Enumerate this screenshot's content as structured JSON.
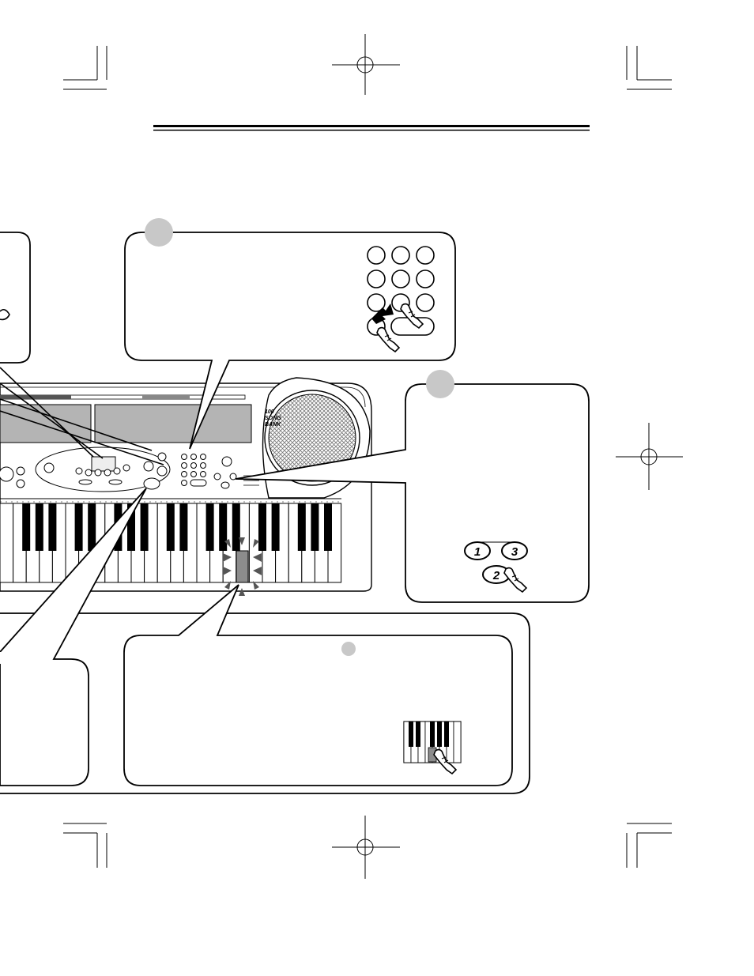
{
  "keypad": {
    "bubble_marker": "",
    "digit_labels": [
      "",
      "",
      "",
      "",
      "",
      "",
      "",
      "",
      "",
      ""
    ]
  },
  "mode_buttons": {
    "bubble_marker": "",
    "labels": [
      "1",
      "3",
      "2"
    ]
  },
  "keyboard_bubble": {
    "marker": ""
  },
  "speaker_label": [
    "100",
    "SONG",
    "BANK"
  ],
  "colors": {
    "ink": "#000000",
    "marker_gray": "#c8c8c8",
    "display_gray": "#b4b4b4",
    "key_highlight": "#8c8c8c"
  }
}
